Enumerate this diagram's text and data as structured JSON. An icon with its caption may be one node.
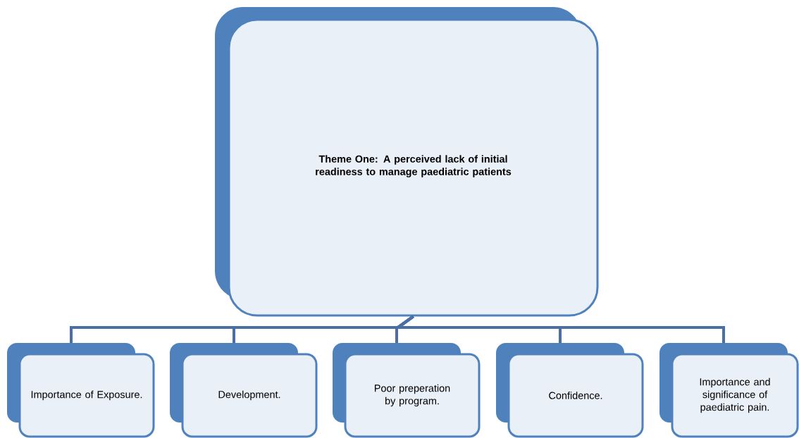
{
  "diagram": {
    "nodes": [
      {
        "text": [
          "Theme One: A perceived lack of initial readiness to manage paediatric patients"
        ]
      },
      {
        "text": [
          "Importance of Exposure."
        ]
      },
      {
        "text": [
          "Development."
        ]
      },
      {
        "text": [
          "Poor preperation by program."
        ]
      },
      {
        "text": [
          "Confidence."
        ]
      },
      {
        "text": [
          "Importance and significance of paediatric pain."
        ]
      }
    ],
    "edges": [
      {
        "from": 0,
        "to": 1,
        "arrow": "none"
      },
      {
        "from": 0,
        "to": 2,
        "arrow": "none"
      },
      {
        "from": 0,
        "to": 3,
        "arrow": "none"
      },
      {
        "from": 0,
        "to": 4,
        "arrow": "none"
      },
      {
        "from": 0,
        "to": 5,
        "arrow": "none"
      }
    ]
  }
}
